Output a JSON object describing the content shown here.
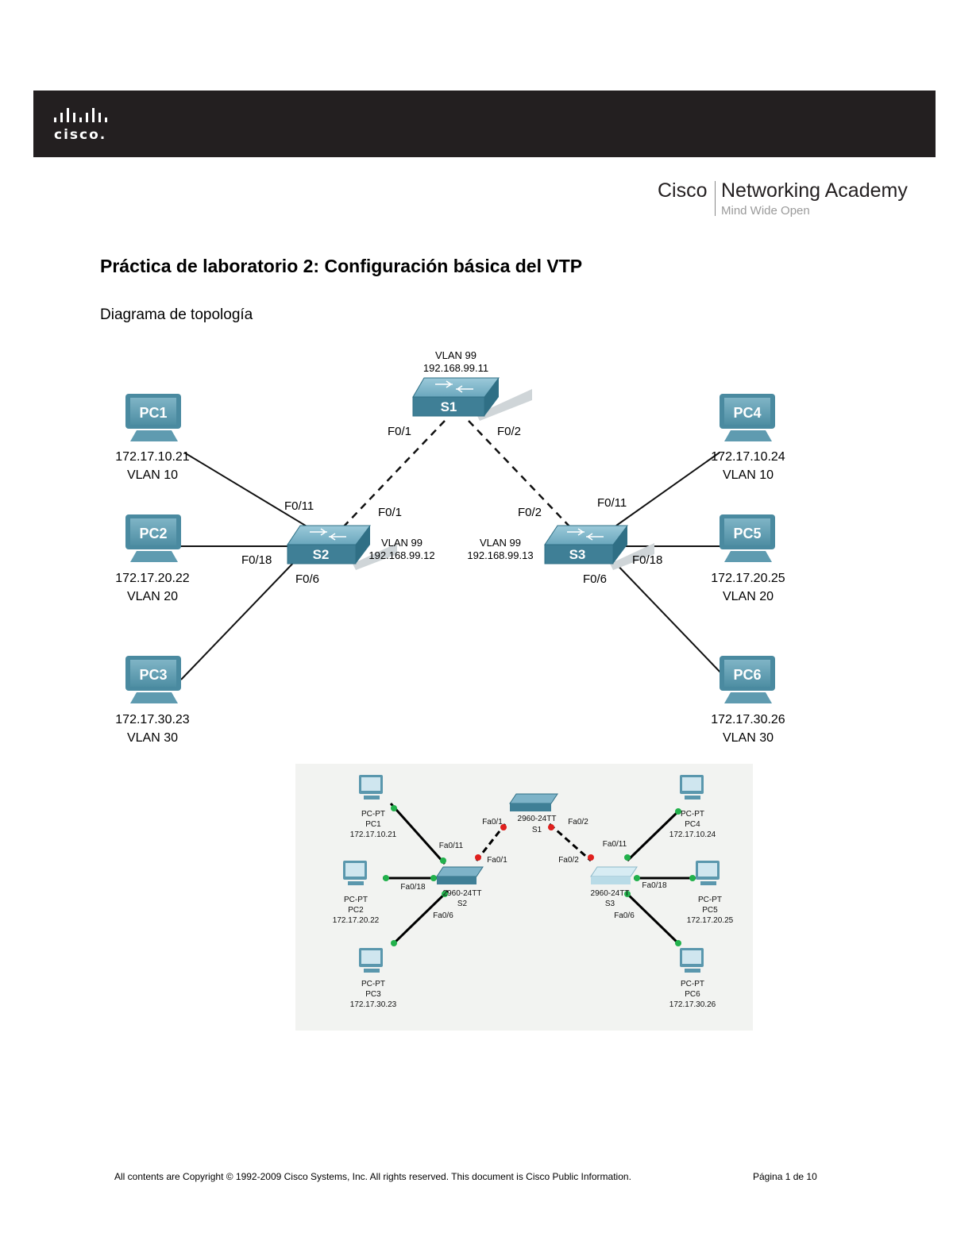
{
  "header": {
    "logo_text": "cisco.",
    "brand": "Cisco",
    "academy": "Networking Academy",
    "tagline": "Mind Wide Open"
  },
  "document": {
    "title": "Práctica de laboratorio 2: Configuración básica del VTP",
    "section_title": "Diagrama de topología"
  },
  "topology": {
    "switches": [
      {
        "name": "S1",
        "vlan": "VLAN 99",
        "ip": "192.168.99.11"
      },
      {
        "name": "S2",
        "vlan": "VLAN 99",
        "ip": "192.168.99.12"
      },
      {
        "name": "S3",
        "vlan": "VLAN 99",
        "ip": "192.168.99.13"
      }
    ],
    "pcs": [
      {
        "name": "PC1",
        "ip": "172.17.10.21",
        "vlan": "VLAN 10"
      },
      {
        "name": "PC2",
        "ip": "172.17.20.22",
        "vlan": "VLAN 20"
      },
      {
        "name": "PC3",
        "ip": "172.17.30.23",
        "vlan": "VLAN 30"
      },
      {
        "name": "PC4",
        "ip": "172.17.10.24",
        "vlan": "VLAN 10"
      },
      {
        "name": "PC5",
        "ip": "172.17.20.25",
        "vlan": "VLAN 20"
      },
      {
        "name": "PC6",
        "ip": "172.17.30.26",
        "vlan": "VLAN 30"
      }
    ],
    "ports": {
      "s1_s2": "F0/1",
      "s1_s3": "F0/2",
      "s2_uplink": "F0/1",
      "s3_uplink": "F0/2",
      "s2_pc1": "F0/11",
      "s2_pc2": "F0/18",
      "s2_pc3": "F0/6",
      "s3_pc4": "F0/11",
      "s3_pc5": "F0/18",
      "s3_pc6": "F0/6"
    }
  },
  "simulation": {
    "device_type": "PC-PT",
    "switch_model": "2960-24TT",
    "s1_model_partial": "2960-24TT",
    "s3_model_partial": "2960-24TT",
    "switches": [
      "S1",
      "S2",
      "S3"
    ],
    "pcs": [
      {
        "name": "PC1",
        "ip": "172.17.10.21"
      },
      {
        "name": "PC2",
        "ip": "172.17.20.22"
      },
      {
        "name": "PC3",
        "ip": "172.17.30.23"
      },
      {
        "name": "PC4",
        "ip": "172.17.10.24"
      },
      {
        "name": "PC5",
        "ip": "172.17.20.25"
      },
      {
        "name": "PC6",
        "ip": "172.17.30.26"
      }
    ],
    "ports": {
      "s1_left": "Fa0/1",
      "s1_right": "Fa0/2",
      "s2_up": "Fa0/1",
      "s3_up": "Fa0/2",
      "s2_pc1": "Fa0/11",
      "s2_pc2": "Fa0/18",
      "s2_pc3": "Fa0/6",
      "s3_pc4": "Fa0/11",
      "s3_pc5": "Fa0/18",
      "s3_pc6": "Fa0/6"
    },
    "colors": {
      "link_up": "#22b14c",
      "link_down": "#e0201e"
    }
  },
  "footer": {
    "copyright": "All contents are Copyright © 1992-2009 Cisco Systems, Inc. All rights reserved. This document is Cisco Public Information.",
    "page": "Página 1 de 10"
  }
}
